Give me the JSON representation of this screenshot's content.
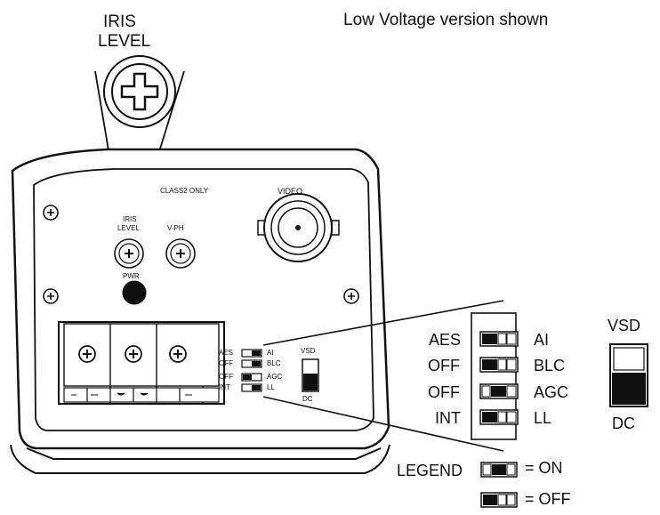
{
  "header": {
    "note": "Low Voltage version shown",
    "iris_line1": "IRIS",
    "iris_line2": "LEVEL"
  },
  "camera_panel": {
    "class2": "CLASS2 ONLY",
    "video": "VIDEO",
    "iris1": "IRIS",
    "iris2": "LEVEL",
    "vph": "V-PH",
    "pwr": "PWR",
    "small_switch_labels": [
      {
        "left": "AES",
        "right": "AI"
      },
      {
        "left": "OFF",
        "right": "BLC"
      },
      {
        "left": "OFF",
        "right": "AGC"
      },
      {
        "left": "INT",
        "right": "LL"
      }
    ],
    "vsd": "VSD",
    "dc": "DC"
  },
  "callout": {
    "switches": [
      {
        "left": "AES",
        "right": "AI",
        "state": "off"
      },
      {
        "left": "OFF",
        "right": "BLC",
        "state": "off"
      },
      {
        "left": "OFF",
        "right": "AGC",
        "state": "on"
      },
      {
        "left": "INT",
        "right": "LL",
        "state": "off"
      }
    ],
    "vsd": "VSD",
    "dc": "DC"
  },
  "legend": {
    "title": "LEGEND",
    "on_label": "= ON",
    "off_label": "= OFF"
  }
}
